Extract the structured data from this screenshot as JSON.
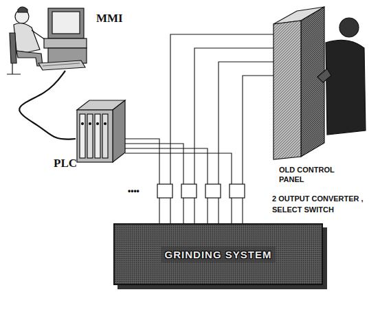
{
  "diagram": {
    "nodes": [
      {
        "text": [
          "MMI"
        ]
      },
      {
        "text": [
          "PLC"
        ]
      },
      {
        "text": [
          "OLD CONTROL PANEL"
        ]
      },
      {
        "text": [
          "GRINDING SYSTEM"
        ]
      }
    ],
    "edges": [
      {
        "from": 0,
        "to": 1,
        "arrow": "none"
      },
      {
        "from": 1,
        "to": 3,
        "arrow": "none"
      },
      {
        "from": 2,
        "to": 3,
        "arrow": "none"
      }
    ],
    "labels": [
      "2 OUTPUT CONVERTER , SELECT SWITCH",
      "••••"
    ]
  }
}
